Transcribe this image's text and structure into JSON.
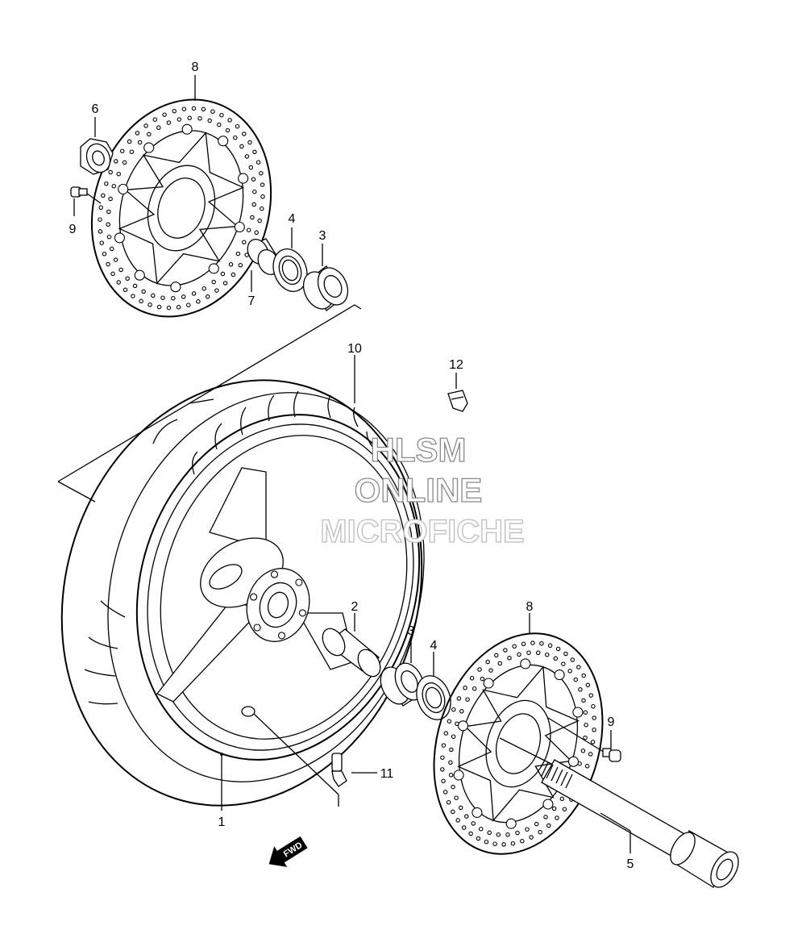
{
  "diagram": {
    "callouts": {
      "p1": "1",
      "p2": "2",
      "p3_top": "3",
      "p3_bottom": "3",
      "p4_top": "4",
      "p4_bottom": "4",
      "p5": "5",
      "p6": "6",
      "p7": "7",
      "p8_top": "8",
      "p8_bottom": "8",
      "p9_top": "9",
      "p9_bottom": "9",
      "p10": "10",
      "p11": "11",
      "p12": "12"
    },
    "watermark": {
      "line1": "HLSM",
      "line2": "ONLINE",
      "line3": "MICROFICHE"
    },
    "fwd_label": "FWD"
  }
}
